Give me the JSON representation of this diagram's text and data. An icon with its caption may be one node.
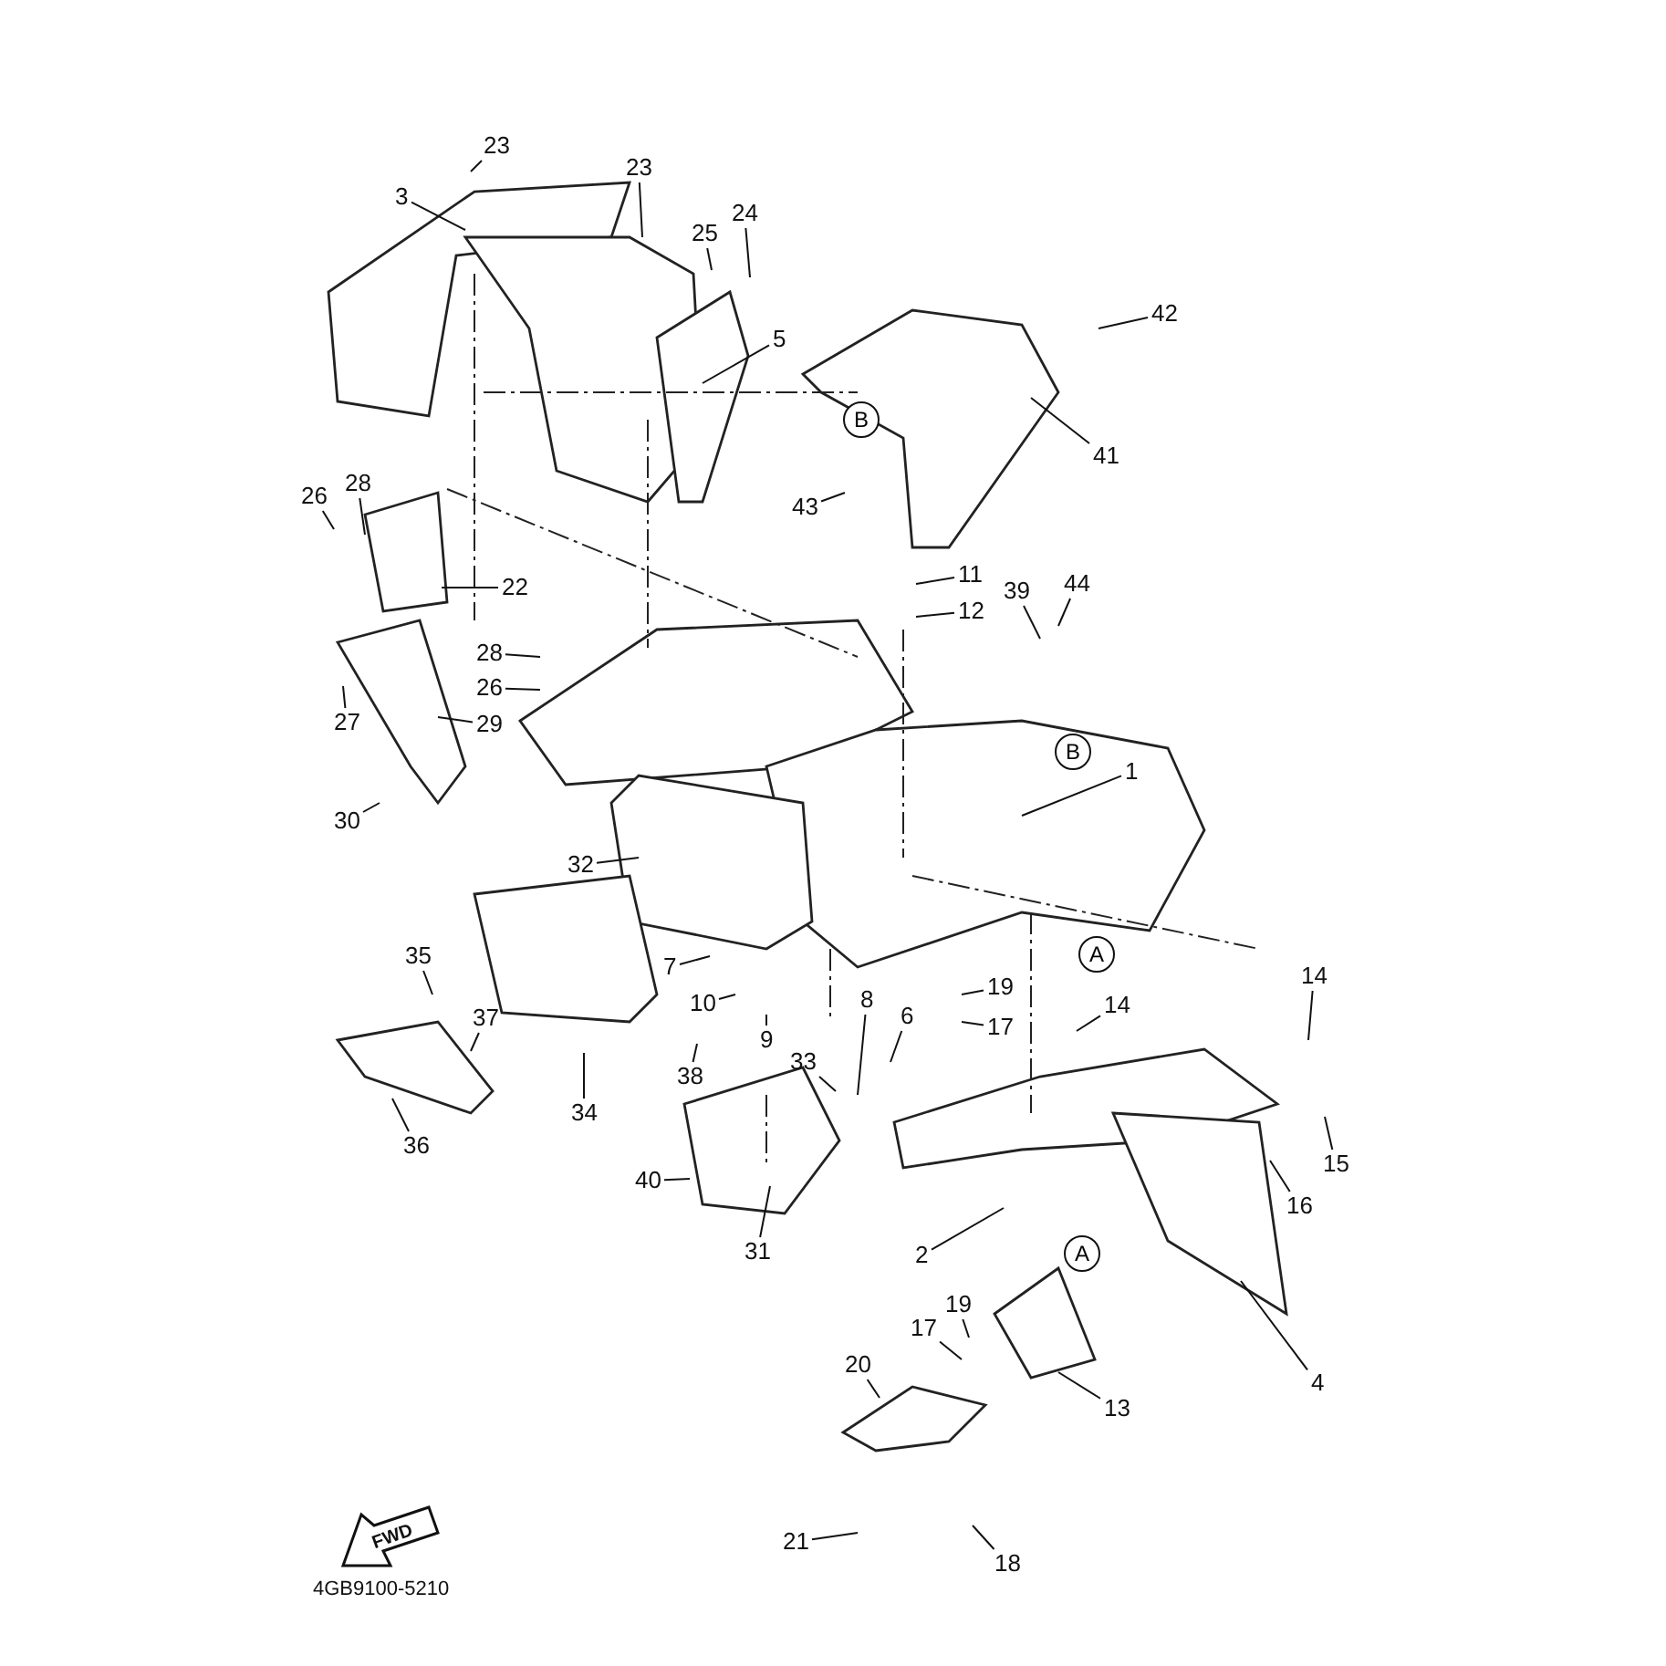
{
  "diagram": {
    "nodes": [
      {
        "text": [
          "3"
        ]
      },
      {
        "text": [
          "23"
        ]
      },
      {
        "text": [
          "23"
        ]
      },
      {
        "text": [
          "25"
        ]
      },
      {
        "text": [
          "24"
        ]
      },
      {
        "text": [
          "42"
        ]
      },
      {
        "text": [
          "5"
        ]
      },
      {
        "text": [
          "41"
        ]
      },
      {
        "text": [
          "28"
        ]
      },
      {
        "text": [
          "26"
        ]
      },
      {
        "text": [
          "43"
        ]
      },
      {
        "text": [
          "11"
        ]
      },
      {
        "text": [
          "44"
        ]
      },
      {
        "text": [
          "22"
        ]
      },
      {
        "text": [
          "39"
        ]
      },
      {
        "text": [
          "12"
        ]
      },
      {
        "text": [
          "28"
        ]
      },
      {
        "text": [
          "26"
        ]
      },
      {
        "text": [
          "27"
        ]
      },
      {
        "text": [
          "29"
        ]
      },
      {
        "text": [
          "1"
        ]
      },
      {
        "text": [
          "30"
        ]
      },
      {
        "text": [
          "32"
        ]
      },
      {
        "text": [
          "35"
        ]
      },
      {
        "text": [
          "7"
        ]
      },
      {
        "text": [
          "19"
        ]
      },
      {
        "text": [
          "8"
        ]
      },
      {
        "text": [
          "10"
        ]
      },
      {
        "text": [
          "14"
        ]
      },
      {
        "text": [
          "14"
        ]
      },
      {
        "text": [
          "6"
        ]
      },
      {
        "text": [
          "37"
        ]
      },
      {
        "text": [
          "17"
        ]
      },
      {
        "text": [
          "9"
        ]
      },
      {
        "text": [
          "33"
        ]
      },
      {
        "text": [
          "38"
        ]
      },
      {
        "text": [
          "34"
        ]
      },
      {
        "text": [
          "36"
        ]
      },
      {
        "text": [
          "15"
        ]
      },
      {
        "text": [
          "40"
        ]
      },
      {
        "text": [
          "16"
        ]
      },
      {
        "text": [
          "31"
        ]
      },
      {
        "text": [
          "2"
        ]
      },
      {
        "text": [
          "19"
        ]
      },
      {
        "text": [
          "17"
        ]
      },
      {
        "text": [
          "4"
        ]
      },
      {
        "text": [
          "20"
        ]
      },
      {
        "text": [
          "13"
        ]
      },
      {
        "text": [
          "18"
        ]
      },
      {
        "text": [
          "21"
        ]
      }
    ],
    "edges": [
      {
        "from": 0,
        "to": null,
        "arrow": "none"
      },
      {
        "from": 1,
        "to": null,
        "arrow": "none"
      },
      {
        "from": 2,
        "to": null,
        "arrow": "none"
      },
      {
        "from": 3,
        "to": null,
        "arrow": "none"
      },
      {
        "from": 4,
        "to": null,
        "arrow": "none"
      },
      {
        "from": 5,
        "to": null,
        "arrow": "none"
      },
      {
        "from": 6,
        "to": null,
        "arrow": "none"
      },
      {
        "from": 7,
        "to": null,
        "arrow": "none"
      },
      {
        "from": 8,
        "to": null,
        "arrow": "none"
      },
      {
        "from": 9,
        "to": null,
        "arrow": "none"
      },
      {
        "from": 10,
        "to": null,
        "arrow": "none"
      },
      {
        "from": 11,
        "to": null,
        "arrow": "none"
      },
      {
        "from": 12,
        "to": null,
        "arrow": "none"
      },
      {
        "from": 13,
        "to": null,
        "arrow": "none"
      },
      {
        "from": 14,
        "to": null,
        "arrow": "none"
      },
      {
        "from": 15,
        "to": null,
        "arrow": "none"
      },
      {
        "from": 16,
        "to": null,
        "arrow": "none"
      },
      {
        "from": 17,
        "to": null,
        "arrow": "none"
      },
      {
        "from": 18,
        "to": null,
        "arrow": "none"
      },
      {
        "from": 19,
        "to": null,
        "arrow": "none"
      },
      {
        "from": 20,
        "to": null,
        "arrow": "none"
      },
      {
        "from": 21,
        "to": null,
        "arrow": "none"
      },
      {
        "from": 22,
        "to": null,
        "arrow": "none"
      },
      {
        "from": 23,
        "to": null,
        "arrow": "none"
      },
      {
        "from": 24,
        "to": null,
        "arrow": "none"
      },
      {
        "from": 25,
        "to": null,
        "arrow": "none"
      },
      {
        "from": 26,
        "to": null,
        "arrow": "none"
      },
      {
        "from": 27,
        "to": null,
        "arrow": "none"
      },
      {
        "from": 28,
        "to": null,
        "arrow": "none"
      },
      {
        "from": 29,
        "to": null,
        "arrow": "none"
      },
      {
        "from": 30,
        "to": null,
        "arrow": "none"
      },
      {
        "from": 31,
        "to": null,
        "arrow": "none"
      },
      {
        "from": 32,
        "to": null,
        "arrow": "none"
      },
      {
        "from": 33,
        "to": null,
        "arrow": "none"
      },
      {
        "from": 34,
        "to": null,
        "arrow": "none"
      },
      {
        "from": 35,
        "to": null,
        "arrow": "none"
      },
      {
        "from": 36,
        "to": null,
        "arrow": "none"
      },
      {
        "from": 37,
        "to": null,
        "arrow": "none"
      },
      {
        "from": 38,
        "to": null,
        "arrow": "none"
      },
      {
        "from": 39,
        "to": null,
        "arrow": "none"
      },
      {
        "from": 40,
        "to": null,
        "arrow": "none"
      },
      {
        "from": 41,
        "to": null,
        "arrow": "none"
      },
      {
        "from": 42,
        "to": null,
        "arrow": "none"
      },
      {
        "from": 43,
        "to": null,
        "arrow": "none"
      },
      {
        "from": 44,
        "to": null,
        "arrow": "none"
      },
      {
        "from": 45,
        "to": null,
        "arrow": "none"
      },
      {
        "from": 46,
        "to": null,
        "arrow": "none"
      },
      {
        "from": 47,
        "to": null,
        "arrow": "none"
      },
      {
        "from": 48,
        "to": null,
        "arrow": "none"
      },
      {
        "from": 49,
        "to": null,
        "arrow": "none"
      }
    ],
    "labels": [
      "B",
      "B",
      "A",
      "A",
      "FWD",
      "4GB9100-5210"
    ]
  }
}
